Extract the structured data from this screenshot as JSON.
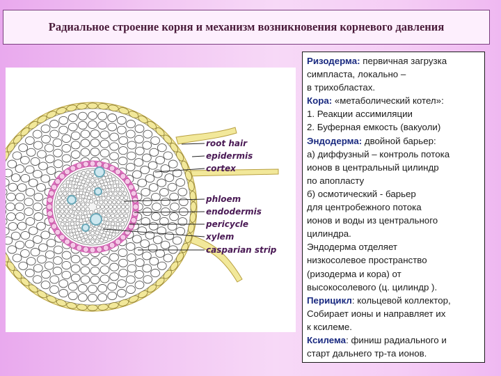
{
  "title": "Радиальное строение корня и механизм возникновения корневого давления",
  "diagram": {
    "labels": [
      "root hair",
      "epidermis",
      "cortex",
      "phloem",
      "endodermis",
      "pericycle",
      "xylem",
      "casparian strip"
    ],
    "colors": {
      "cell_stroke": "#555555",
      "endodermis": "#e070c0",
      "epidermis": "#f2e89a",
      "vascular": "#6aa8b8"
    }
  },
  "panel": {
    "lines": [
      [
        {
          "t": "Ризодерма:",
          "hl": true
        },
        {
          "t": " первичная загрузка"
        }
      ],
      [
        {
          "t": "симпласта, локально –"
        }
      ],
      [
        {
          "t": "в трихобластах."
        }
      ],
      [
        {
          "t": "Кора:",
          "hl": true
        },
        {
          "t": " «метаболический котел»:"
        }
      ],
      [
        {
          "t": "1. Реакции ассимиляции"
        }
      ],
      [
        {
          "t": "2. Буферная емкость (вакуоли)"
        }
      ],
      [
        {
          "t": "Эндодерма:",
          "hl": true
        },
        {
          "t": " двойной барьер:"
        }
      ],
      [
        {
          "t": "а) диффузный – контроль потока"
        }
      ],
      [
        {
          "t": "ионов в центральный цилиндр"
        }
      ],
      [
        {
          "t": "по апопласту"
        }
      ],
      [
        {
          "t": "б) осмотический - барьер"
        }
      ],
      [
        {
          "t": "для центробежного потока"
        }
      ],
      [
        {
          "t": "ионов и воды из центрального"
        }
      ],
      [
        {
          "t": "цилиндра."
        }
      ],
      [
        {
          "t": "Эндодерма отделяет"
        }
      ],
      [
        {
          "t": "низкосолевое пространство"
        }
      ],
      [
        {
          "t": "(ризодерма и кора) от"
        }
      ],
      [
        {
          "t": "высокосолевого (ц. цилиндр )."
        }
      ],
      [
        {
          "t": "Перицикл",
          "hl": true
        },
        {
          "t": ": кольцевой коллектор,"
        }
      ],
      [
        {
          "t": "Собирает ионы и направляет их"
        }
      ],
      [
        {
          "t": "к ксилеме."
        }
      ],
      [
        {
          "t": "Ксилема",
          "hl": true
        },
        {
          "t": ": финиш радиального и"
        }
      ],
      [
        {
          "t": "старт дальнего тр-та ионов."
        }
      ]
    ]
  }
}
